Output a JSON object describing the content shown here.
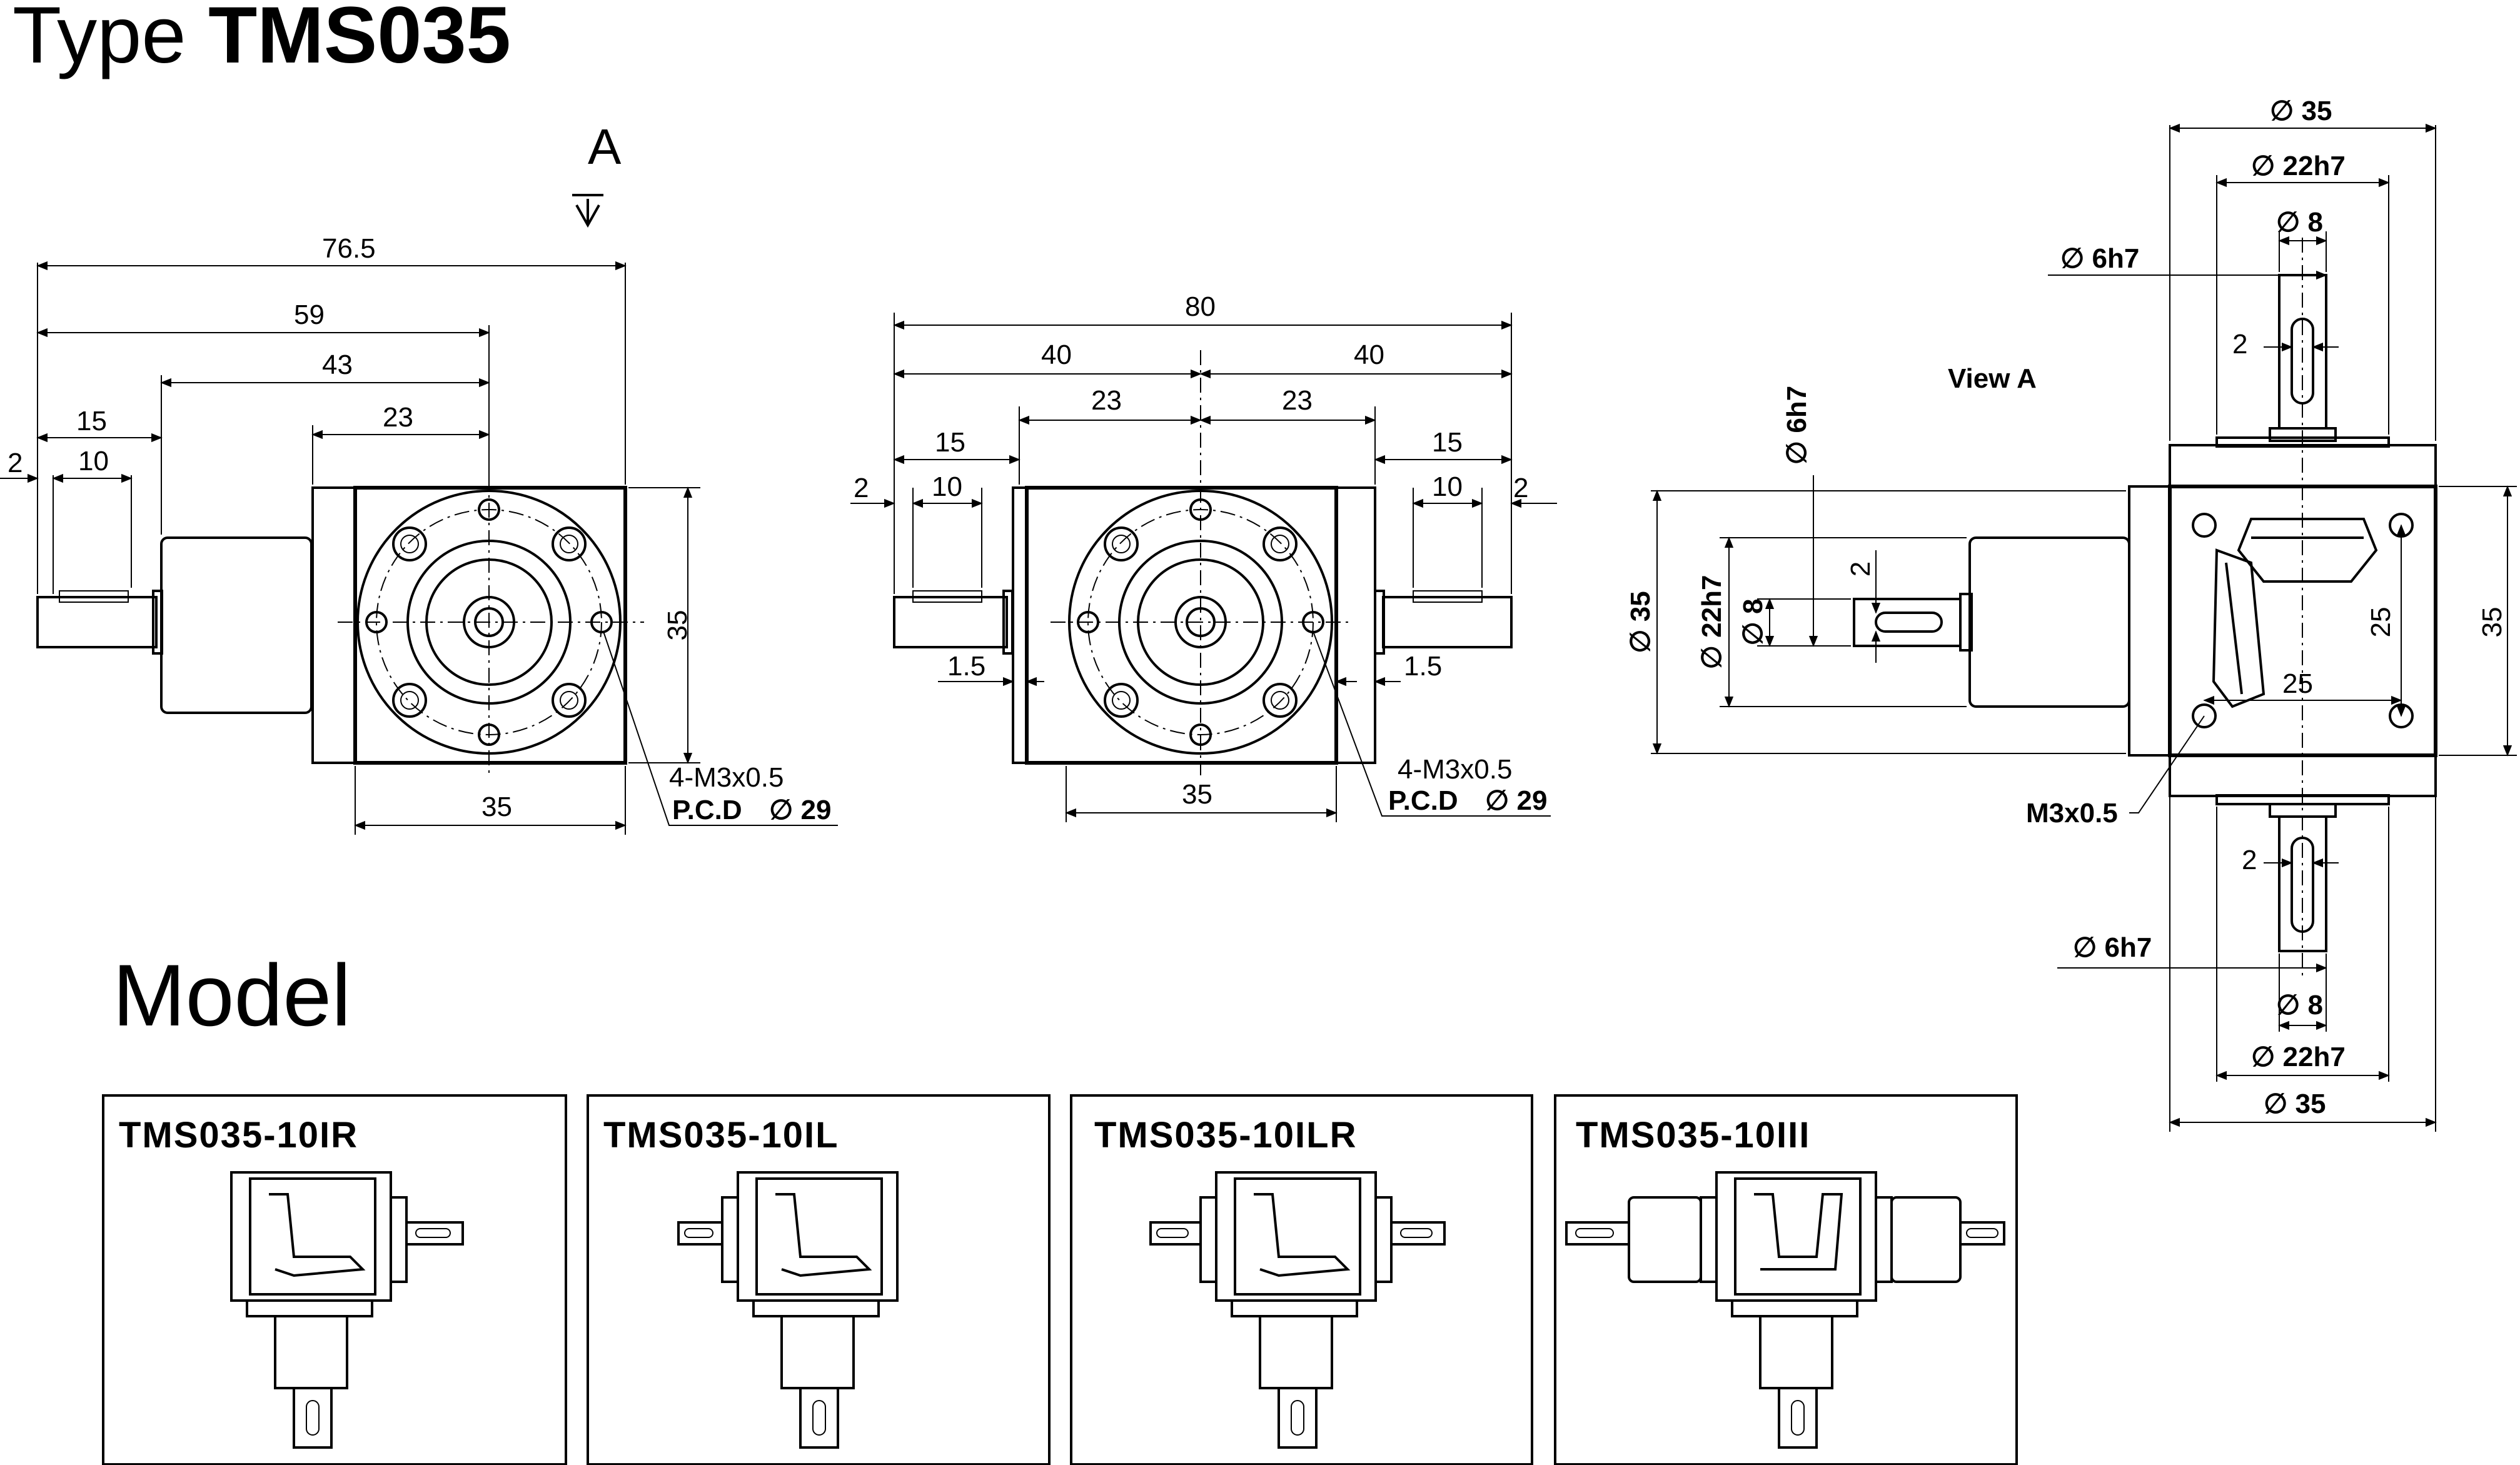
{
  "title_prefix": "Type ",
  "title_model": "TMS035",
  "view_marker": "A",
  "view_title": "View A",
  "model_heading": "Model",
  "side_view": {
    "dims": [
      "76.5",
      "59",
      "43",
      "23",
      "15",
      "10",
      "2",
      "35",
      "35"
    ],
    "hole_note": "4-M3x0.5",
    "pcd_label": "P.C.D",
    "pcd_value": "∅ 29"
  },
  "front_view": {
    "dims": [
      "80",
      "40",
      "40",
      "23",
      "23",
      "15",
      "10",
      "2",
      "15",
      "10",
      "2",
      "1.5",
      "1.5",
      "35"
    ],
    "hole_note": "4-M3x0.5",
    "pcd_label": "P.C.D",
    "pcd_value": "∅ 29"
  },
  "view_a": {
    "top_dims": [
      "∅ 35",
      "∅ 22h7",
      "∅ 8",
      "∅ 6h7",
      "2"
    ],
    "left_dims": [
      "∅ 6h7",
      "2",
      "∅ 35",
      "∅ 22h7",
      "∅ 8"
    ],
    "body_dims": [
      "25",
      "25",
      "35"
    ],
    "thread_note": "M3x0.5",
    "bottom_dims": [
      "2",
      "∅ 6h7",
      "∅ 8",
      "∅ 22h7",
      "∅ 35"
    ]
  },
  "models": [
    {
      "name": "TMS035-10IR"
    },
    {
      "name": "TMS035-10IL"
    },
    {
      "name": "TMS035-10ILR"
    },
    {
      "name": "TMS035-10III"
    }
  ]
}
